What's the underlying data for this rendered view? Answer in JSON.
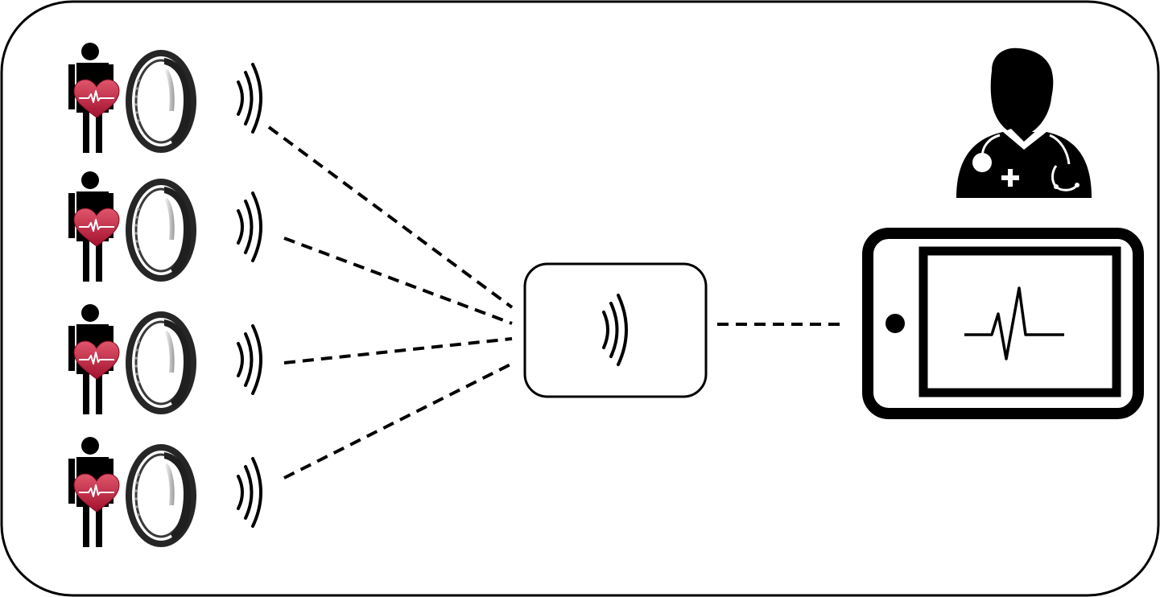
{
  "diagram": {
    "patients": [
      {
        "id": "patient-1",
        "icons": [
          "person-icon",
          "heart-ecg-icon",
          "fitness-band-icon",
          "wireless-signal-icon"
        ]
      },
      {
        "id": "patient-2",
        "icons": [
          "person-icon",
          "heart-ecg-icon",
          "fitness-band-icon",
          "wireless-signal-icon"
        ]
      },
      {
        "id": "patient-3",
        "icons": [
          "person-icon",
          "heart-ecg-icon",
          "fitness-band-icon",
          "wireless-signal-icon"
        ]
      },
      {
        "id": "patient-4",
        "icons": [
          "person-icon",
          "heart-ecg-icon",
          "fitness-band-icon",
          "wireless-signal-icon"
        ]
      }
    ],
    "hub": {
      "icons": [
        "wireless-signal-icon"
      ]
    },
    "monitor": {
      "icons": [
        "doctor-icon",
        "tablet-icon",
        "ecg-waveform-icon"
      ]
    },
    "connections": [
      {
        "from": "patient-1",
        "to": "hub",
        "style": "dashed"
      },
      {
        "from": "patient-2",
        "to": "hub",
        "style": "dashed"
      },
      {
        "from": "patient-3",
        "to": "hub",
        "style": "dashed"
      },
      {
        "from": "patient-4",
        "to": "hub",
        "style": "dashed"
      },
      {
        "from": "hub",
        "to": "monitor",
        "style": "dashed"
      }
    ],
    "colors": {
      "stroke": "#000000",
      "heart_light": "#e0566c",
      "heart_dark": "#a3112e",
      "band": "#262626",
      "band_highlight": "#cfcfcf",
      "background": "#ffffff"
    }
  }
}
